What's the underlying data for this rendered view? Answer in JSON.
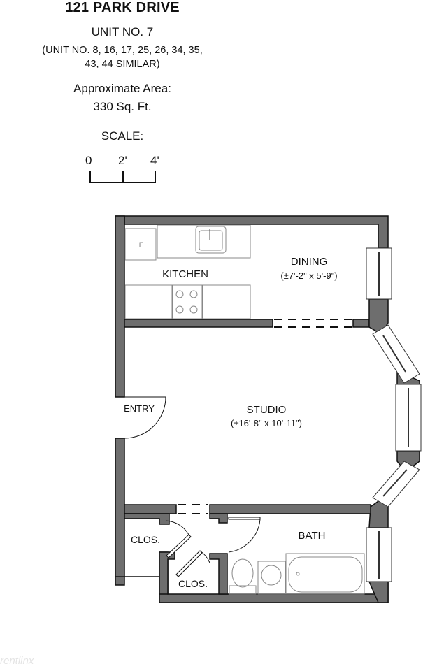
{
  "header": {
    "title": "121 PARK DRIVE",
    "unit": "UNIT NO. 7",
    "similar_line1": "(UNIT NO. 8, 16, 17, 25, 26, 34, 35,",
    "similar_line2": "43, 44 SIMILAR)",
    "area_label": "Approximate Area:",
    "area_value": "330 Sq. Ft."
  },
  "scale": {
    "label": "SCALE:",
    "ticks": [
      "0",
      "2'",
      "4'"
    ]
  },
  "rooms": {
    "kitchen": {
      "name": "KITCHEN"
    },
    "fridge": {
      "label": "F"
    },
    "dining": {
      "name": "DINING",
      "dimensions": "(±7'-2\" x 5'-9\")"
    },
    "entry": {
      "name": "ENTRY"
    },
    "studio": {
      "name": "STUDIO",
      "dimensions": "(±16'-8\" x 10'-11\")"
    },
    "closet1": {
      "name": "CLOS."
    },
    "closet2": {
      "name": "CLOS."
    },
    "bath": {
      "name": "BATH"
    }
  },
  "colors": {
    "wall": "#6e6e6e",
    "wall_outline": "#111111",
    "fixture": "#888888"
  },
  "watermark": "rentlinx"
}
